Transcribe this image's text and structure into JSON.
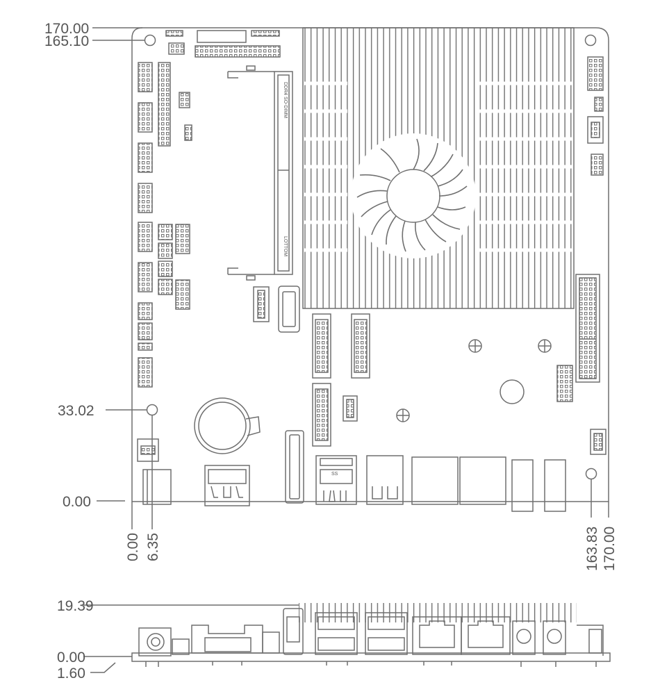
{
  "dimensions": {
    "top_170": "170.00",
    "top_165": "165.10",
    "left_33": "33.02",
    "left_0": "0.00",
    "bottom_0": "0.00",
    "bottom_635": "6.35",
    "bottom_16383": "163.83",
    "bottom_170": "170.00",
    "side_1939": "19.39",
    "side_0": "0.00",
    "side_160": "1.60"
  },
  "silkscreen": {
    "sodimm_top": "DDR4 SO-DIMM",
    "sodimm_bottom": "LOTTOM",
    "usb_label": "SS"
  },
  "colors": {
    "line": "#6f6f6f",
    "text": "#555555"
  }
}
